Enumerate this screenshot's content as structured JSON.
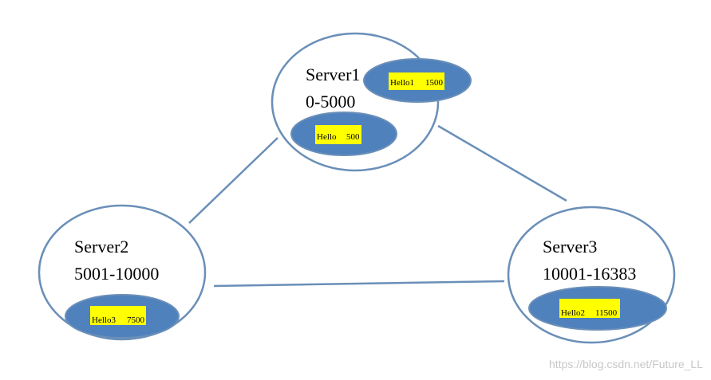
{
  "colors": {
    "outline": "#6a8fb8",
    "key_fill": "#4f81bd",
    "key_label_bg": "#ffff00",
    "watermark": "#c8c8c8"
  },
  "servers": [
    {
      "name": "Server1",
      "range": "0-5000",
      "keys": [
        {
          "key": "Hello1",
          "slot": "1500"
        },
        {
          "key": "Hello",
          "slot": "500"
        }
      ]
    },
    {
      "name": "Server2",
      "range": "5001-10000",
      "keys": [
        {
          "key": "Hello3",
          "slot": "7500"
        }
      ]
    },
    {
      "name": "Server3",
      "range": "10001-16383",
      "keys": [
        {
          "key": "Hello2",
          "slot": "11500"
        }
      ]
    }
  ],
  "watermark": "https://blog.csdn.net/Future_LL"
}
